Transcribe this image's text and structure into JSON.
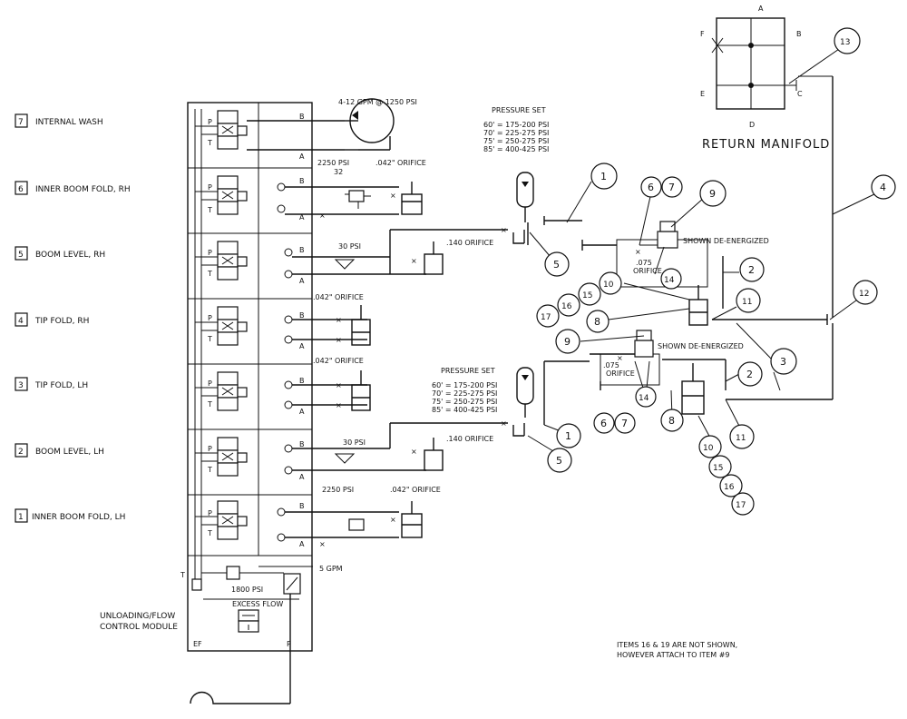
{
  "sections": [
    {
      "num": "7",
      "label": "INTERNAL WASH"
    },
    {
      "num": "6",
      "label": "INNER BOOM FOLD, RH"
    },
    {
      "num": "5",
      "label": "BOOM LEVEL, RH"
    },
    {
      "num": "4",
      "label": "TIP FOLD, RH"
    },
    {
      "num": "3",
      "label": "TIP FOLD, LH"
    },
    {
      "num": "2",
      "label": "BOOM LEVEL, LH"
    },
    {
      "num": "1",
      "label": "INNER BOOM FOLD, LH"
    }
  ],
  "unloading_label": [
    "UNLOADING/FLOW",
    "CONTROL MODULE"
  ],
  "pump_label": "4-12 GPM @ 1250 PSI",
  "relief_psi_upper": "2250 PSI",
  "relief_num_upper": "32",
  "relief_psi_lower": "2250 PSI",
  "check_psi_upper": "30 PSI",
  "check_psi_lower": "30 PSI",
  "orifice_042": ".042\" ORIFICE",
  "orifice_140": ".140 ORIFICE",
  "orifice_075": ".075\" ORIFICE",
  "orifice_075_a": ".075",
  "orifice_075_b": "ORIFICE",
  "pressure_set_title": "PRESSURE SET",
  "pressure_rows": [
    "60' = 175-200 PSI",
    "70' = 225-275 PSI",
    "75' = 250-275 PSI",
    "85' = 400-425 PSI"
  ],
  "shown_de_energized": "SHOWN DE-ENERGIZED",
  "flow_5gpm": "5 GPM",
  "relief_1800": "1800 PSI",
  "excess_flow": "EXCESS FLOW",
  "port_letters": {
    "p": "P",
    "t": "T",
    "a": "A",
    "b": "B",
    "ef": "EF"
  },
  "return_manifold": "RETURN MANIFOLD",
  "manifold_ports": {
    "a": "A",
    "b": "B",
    "c": "C",
    "d": "D",
    "e": "E",
    "f": "F"
  },
  "note_line1": "ITEMS 16 & 19 ARE NOT SHOWN,",
  "note_line2": "HOWEVER ATTACH TO ITEM #9",
  "callouts": {
    "c1": "1",
    "c2": "2",
    "c3": "3",
    "c4": "4",
    "c5": "5",
    "c6": "6",
    "c7": "7",
    "c8": "8",
    "c9": "9",
    "c10": "10",
    "c11": "11",
    "c12": "12",
    "c13": "13",
    "c14": "14",
    "c15": "15",
    "c16": "16",
    "c17": "17"
  }
}
